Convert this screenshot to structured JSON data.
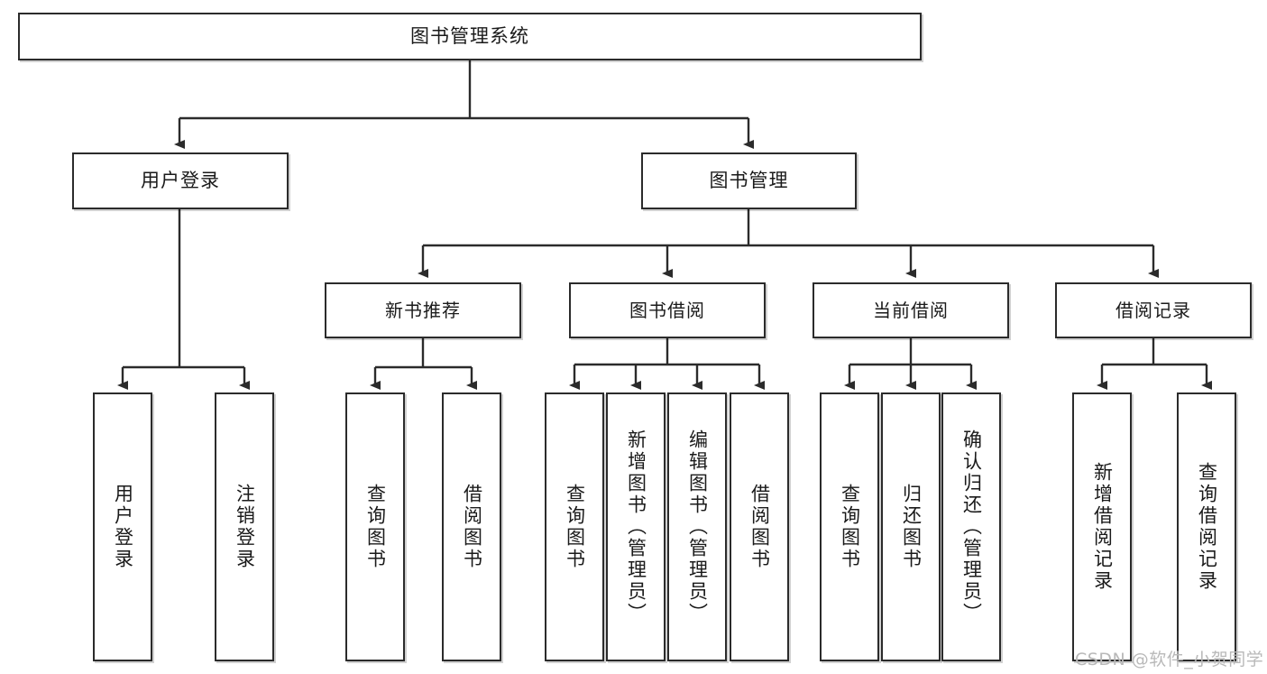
{
  "diagram": {
    "title": "图书管理系统",
    "type": "tree-hierarchy-diagram",
    "colors": {
      "box_border": "#2b2b2b",
      "box_fill": "#ffffff",
      "edge": "#2b2b2b",
      "text": "#1a1a1a",
      "watermark": "#b9b9b9"
    },
    "nodes": {
      "root": {
        "label": "图书管理系统"
      },
      "level2": [
        {
          "label": "用户登录"
        },
        {
          "label": "图书管理"
        }
      ],
      "level3": [
        {
          "label": "新书推荐"
        },
        {
          "label": "图书借阅"
        },
        {
          "label": "当前借阅"
        },
        {
          "label": "借阅记录"
        }
      ],
      "leaves": {
        "user_login": [
          {
            "label": "用户登录"
          },
          {
            "label": "注销登录"
          }
        ],
        "new_book_recommend": [
          {
            "label": "查询图书"
          },
          {
            "label": "借阅图书"
          }
        ],
        "book_borrow": [
          {
            "label": "查询图书"
          },
          {
            "label": "新增图书（管理员）"
          },
          {
            "label": "编辑图书（管理员）"
          },
          {
            "label": "借阅图书"
          }
        ],
        "current_borrow": [
          {
            "label": "查询图书"
          },
          {
            "label": "归还图书"
          },
          {
            "label": "确认归还（管理员）"
          }
        ],
        "borrow_record": [
          {
            "label": "新增借阅记录"
          },
          {
            "label": "查询借阅记录"
          }
        ]
      }
    },
    "watermark": "CSDN @软件_小贺同学"
  }
}
